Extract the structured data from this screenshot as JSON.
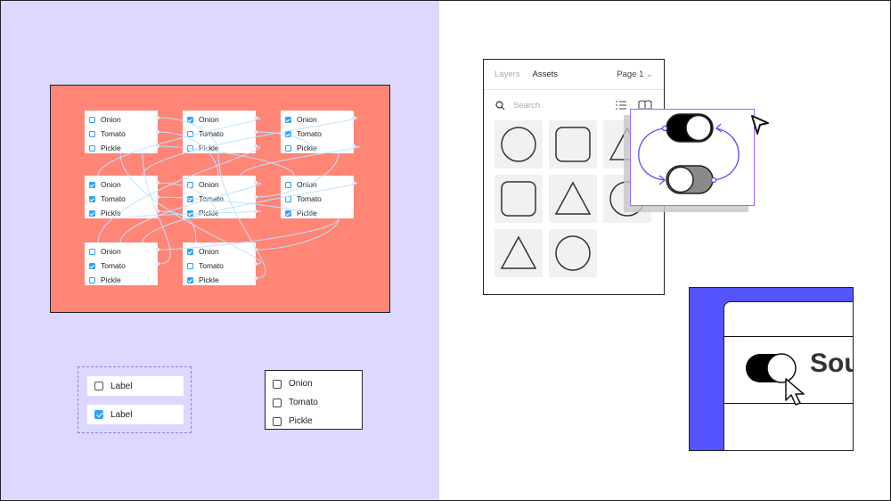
{
  "diagram": {
    "cards": [
      {
        "items": [
          {
            "label": "Onion",
            "checked": false
          },
          {
            "label": "Tomato",
            "checked": false
          },
          {
            "label": "Pickle",
            "checked": false
          }
        ]
      },
      {
        "items": [
          {
            "label": "Onion",
            "checked": true
          },
          {
            "label": "Tomato",
            "checked": false
          },
          {
            "label": "Pickle",
            "checked": false
          }
        ]
      },
      {
        "items": [
          {
            "label": "Onion",
            "checked": true
          },
          {
            "label": "Tomato",
            "checked": true
          },
          {
            "label": "Pickle",
            "checked": false
          }
        ]
      },
      {
        "items": [
          {
            "label": "Onion",
            "checked": true
          },
          {
            "label": "Tomato",
            "checked": true
          },
          {
            "label": "Pickle",
            "checked": true
          }
        ]
      },
      {
        "items": [
          {
            "label": "Onion",
            "checked": false
          },
          {
            "label": "Tomato",
            "checked": true
          },
          {
            "label": "Pickle",
            "checked": true
          }
        ]
      },
      {
        "items": [
          {
            "label": "Onion",
            "checked": false
          },
          {
            "label": "Tomato",
            "checked": false
          },
          {
            "label": "Pickle",
            "checked": true
          }
        ]
      },
      {
        "items": [
          {
            "label": "Onion",
            "checked": false
          },
          {
            "label": "Tomato",
            "checked": true
          },
          {
            "label": "Pickle",
            "checked": false
          }
        ]
      },
      {
        "items": [
          {
            "label": "Onion",
            "checked": true
          },
          {
            "label": "Tomato",
            "checked": false
          },
          {
            "label": "Pickle",
            "checked": true
          }
        ]
      }
    ]
  },
  "labels": [
    {
      "label": "Label",
      "checked": false
    },
    {
      "label": "Label",
      "checked": true
    }
  ],
  "checklist": [
    {
      "label": "Onion"
    },
    {
      "label": "Tomato"
    },
    {
      "label": "Pickle"
    }
  ],
  "panel": {
    "tab_layers": "Layers",
    "tab_assets": "Assets",
    "page": "Page 1",
    "search_placeholder": "Search"
  },
  "sound": {
    "label": "Sou"
  },
  "colors": {
    "background_left": "#ddd8ff",
    "canvas": "#ff8576",
    "accent": "#5555ff",
    "checkbox": "#2aa2ff",
    "selection": "#9b6cff"
  }
}
